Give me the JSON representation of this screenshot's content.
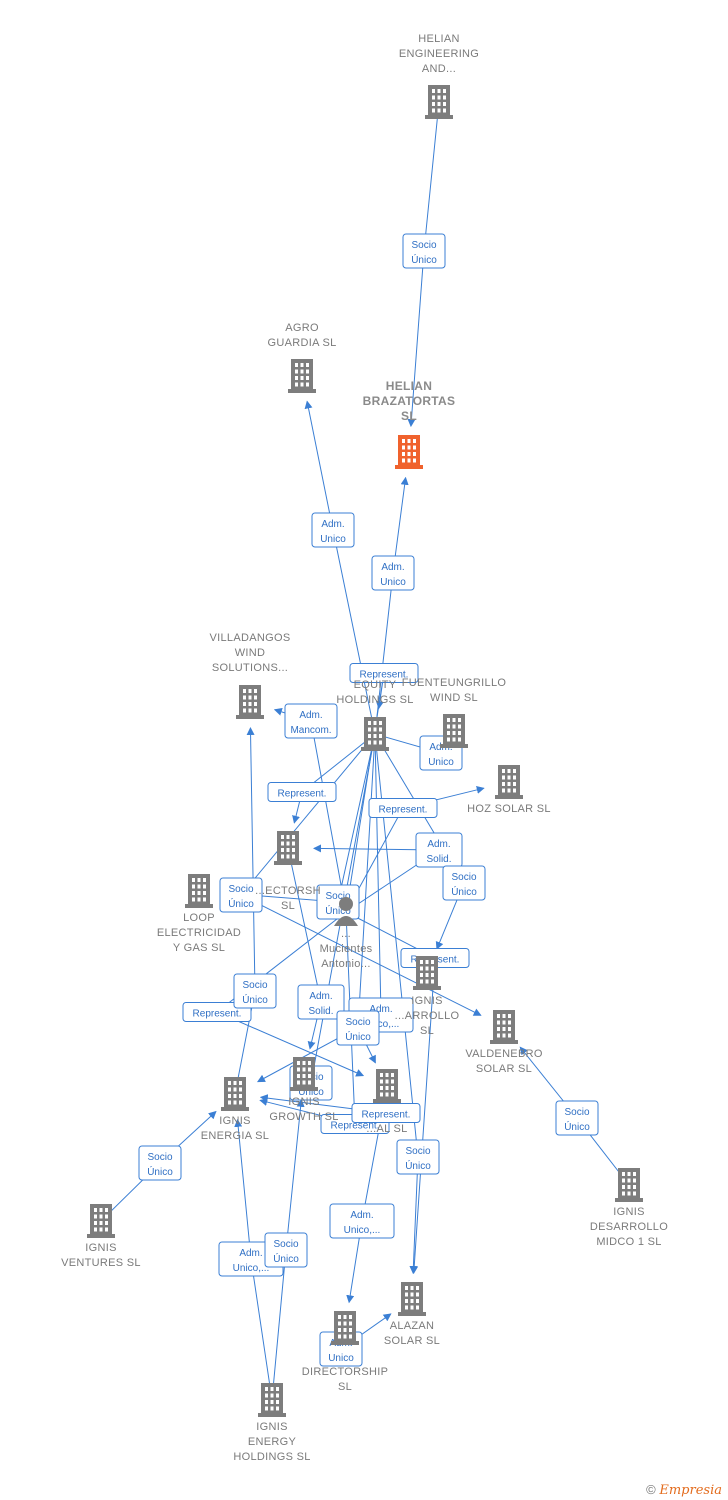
{
  "colors": {
    "node": "#7d7d7d",
    "focus_node": "#f0622d",
    "edge": "#3b7fd4",
    "edge_text": "#2f6fc4"
  },
  "nodes": [
    {
      "id": "helian-eng",
      "lines": [
        "HELIAN",
        "ENGINEERING",
        "AND..."
      ],
      "icon": "building-icon"
    },
    {
      "id": "helian-braza",
      "lines": [
        "HELIAN",
        "BRAZATORTAS",
        "SL"
      ],
      "icon": "building-icon",
      "focus": true
    },
    {
      "id": "agro",
      "lines": [
        "AGRO",
        "GUARDIA SL"
      ],
      "icon": "building-icon"
    },
    {
      "id": "villadangos",
      "lines": [
        "VILLADANGOS",
        "WIND",
        "SOLUTIONS..."
      ],
      "icon": "building-icon"
    },
    {
      "id": "equity",
      "lines": [
        "EQUITY",
        "HOLDINGS SL"
      ],
      "icon": "building-icon"
    },
    {
      "id": "fuenteun",
      "lines": [
        "FUENTEUNGRILLO",
        "WIND SL"
      ],
      "icon": "building-icon"
    },
    {
      "id": "hoz",
      "lines": [
        "HOZ SOLAR SL"
      ],
      "icon": "building-icon"
    },
    {
      "id": "directorsl",
      "lines": [
        "...ECTORSH",
        "SL"
      ],
      "icon": "building-icon"
    },
    {
      "id": "loop",
      "lines": [
        "LOOP",
        "ELECTRICIDAD",
        "Y GAS SL"
      ],
      "icon": "building-icon"
    },
    {
      "id": "mucientes",
      "lines": [
        "...",
        "Mucientes",
        "Antonio..."
      ],
      "icon": "person-icon"
    },
    {
      "id": "ignis-desarrollo",
      "lines": [
        "IGNIS",
        "...ARROLLO",
        "SL"
      ],
      "icon": "building-icon"
    },
    {
      "id": "valdenebro",
      "lines": [
        "VALDENEBRO",
        "SOLAR SL"
      ],
      "icon": "building-icon"
    },
    {
      "id": "ignis-energia",
      "lines": [
        "IGNIS",
        "ENERGIA SL"
      ],
      "icon": "building-icon"
    },
    {
      "id": "ignis-growth",
      "lines": [
        "IGNIS",
        "GROWTH SL"
      ],
      "icon": "building-icon"
    },
    {
      "id": "global",
      "lines": [
        "...AL SL"
      ],
      "icon": "building-icon"
    },
    {
      "id": "ignis-ventures",
      "lines": [
        "IGNIS",
        "VENTURES SL"
      ],
      "icon": "building-icon"
    },
    {
      "id": "ignis-midco",
      "lines": [
        "IGNIS",
        "DESARROLLO",
        "MIDCO 1 SL"
      ],
      "icon": "building-icon"
    },
    {
      "id": "alazan",
      "lines": [
        "ALAZAN",
        "SOLAR SL"
      ],
      "icon": "building-icon"
    },
    {
      "id": "directorship",
      "lines": [
        "DIRECTORSHIP",
        "SL"
      ],
      "icon": "building-icon"
    },
    {
      "id": "ignis-energy",
      "lines": [
        "IGNIS",
        "ENERGY",
        "HOLDINGS SL"
      ],
      "icon": "building-icon"
    }
  ],
  "edges": [
    {
      "from": "helian-eng",
      "to": "helian-braza",
      "label": [
        "Socio",
        "Único"
      ]
    },
    {
      "from": "equity",
      "to": "agro",
      "label": [
        "Adm.",
        "Unico"
      ]
    },
    {
      "from": "equity",
      "to": "helian-braza",
      "label": [
        "Adm.",
        "Unico"
      ]
    },
    {
      "from": "mucientes",
      "to": "equity",
      "label": [
        "Represent."
      ]
    },
    {
      "from": "mucientes",
      "to": "villadangos",
      "label": [
        "Adm.",
        "Mancom."
      ]
    },
    {
      "from": "equity",
      "to": "fuenteun",
      "label": [
        "Adm.",
        "Unico"
      ]
    },
    {
      "from": "mucientes",
      "to": "hoz",
      "label": [
        "Represent."
      ]
    },
    {
      "from": "equity",
      "to": "directorsl",
      "label": [
        "Represent."
      ]
    },
    {
      "from": "mucientes",
      "to": "directorsl",
      "label": [
        "Adm.",
        "Solid."
      ]
    },
    {
      "from": "equity",
      "to": "ignis-desarrollo",
      "label": [
        "Socio",
        "Único"
      ]
    },
    {
      "from": "equity",
      "to": "valdenebro",
      "label": [
        "Socio",
        "Único"
      ]
    },
    {
      "from": "equity",
      "to": "loop",
      "label": [
        "Socio",
        "Único"
      ]
    },
    {
      "from": "directorsl",
      "to": "ignis-growth",
      "label": [
        "Adm.",
        "Solid."
      ]
    },
    {
      "from": "mucientes",
      "to": "global",
      "label": [
        "Represent."
      ]
    },
    {
      "from": "equity",
      "to": "ignis-energia",
      "label": [
        "Adm.",
        "Unico,..."
      ]
    },
    {
      "from": "ignis-energia",
      "to": "villadangos",
      "label": [
        "Socio",
        "Único"
      ]
    },
    {
      "from": "equity",
      "to": "ignis-growth",
      "label": [
        "Socio",
        "Único"
      ]
    },
    {
      "from": "mucientes",
      "to": "ignis-energia",
      "label": [
        "Represent."
      ]
    },
    {
      "from": "equity",
      "to": "global",
      "label": [
        "Socio",
        "Único"
      ]
    },
    {
      "from": "equity",
      "to": "alazan",
      "label": [
        "Socio",
        "Único"
      ]
    },
    {
      "from": "ignis-ventures",
      "to": "ignis-energia",
      "label": [
        "Socio",
        "Único"
      ]
    },
    {
      "from": "ignis-midco",
      "to": "valdenebro",
      "label": [
        "Socio",
        "Único"
      ]
    },
    {
      "from": "global",
      "to": "directorship",
      "label": [
        "Adm.",
        "Unico,..."
      ]
    },
    {
      "from": "ignis-energy",
      "to": "ignis-energia",
      "label": [
        "Adm.",
        "Unico,..."
      ]
    },
    {
      "from": "ignis-energy",
      "to": "ignis-growth",
      "label": [
        "Socio",
        "Único"
      ]
    },
    {
      "from": "directorship",
      "to": "alazan",
      "label": [
        "Adm.",
        "Unico"
      ]
    },
    {
      "from": "global",
      "to": "ignis-energia",
      "label": [
        "Represent."
      ]
    },
    {
      "from": "mucientes",
      "to": "alazan",
      "label": [
        "Represent."
      ]
    }
  ],
  "footer": {
    "copyright": "©",
    "brand": "Empresia"
  }
}
